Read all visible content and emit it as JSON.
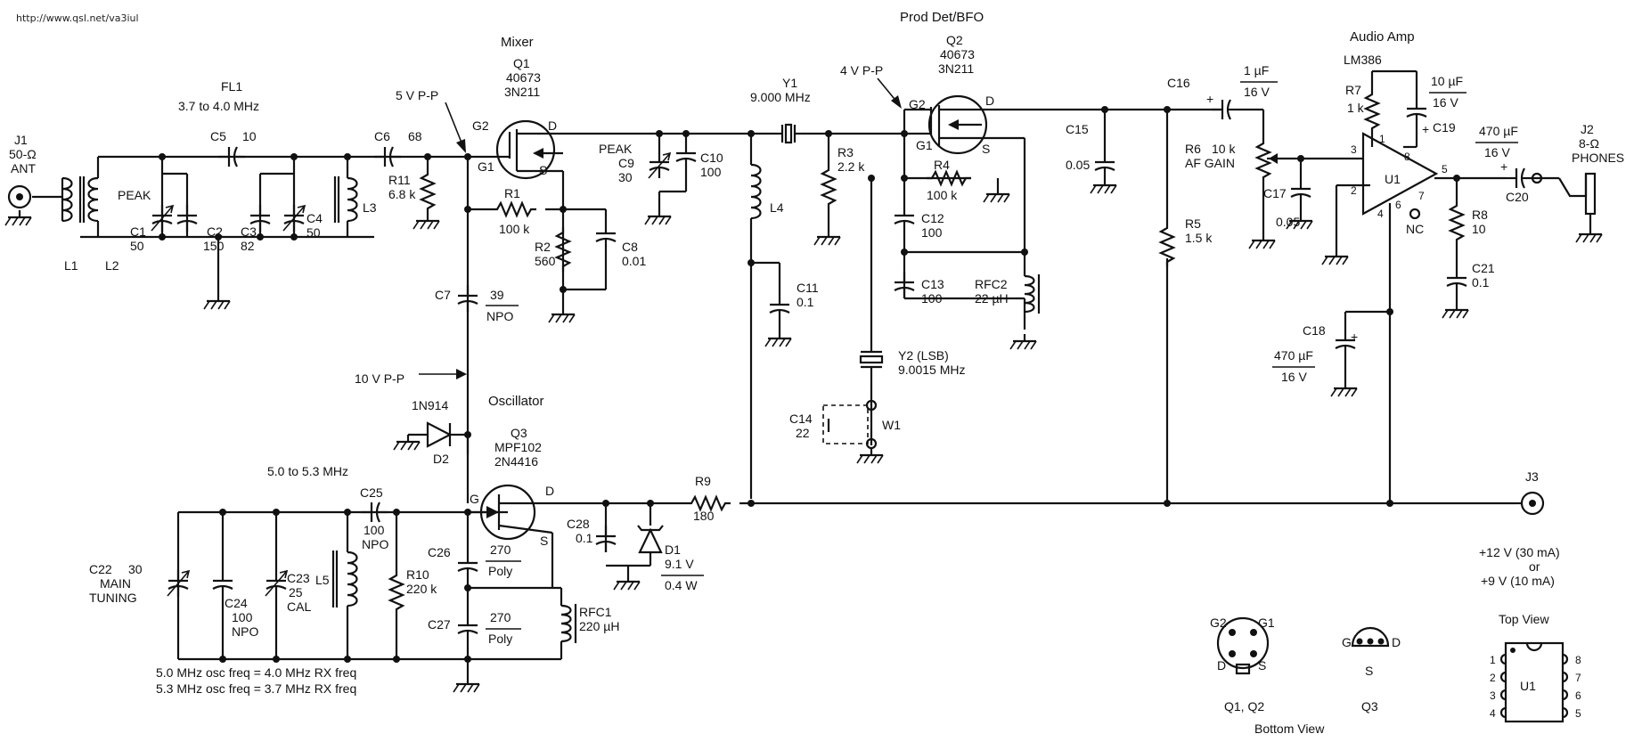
{
  "header": {
    "url": "http://www.qsl.net/va3iul"
  },
  "sections": {
    "mixer": "Mixer",
    "prod_det": "Prod Det/BFO",
    "audio_amp": "Audio Amp",
    "oscillator": "Oscillator"
  },
  "antenna": {
    "ref": "J1",
    "imp": "50-Ω",
    "name": "ANT"
  },
  "filter": {
    "ref": "FL1",
    "range": "3.7 to 4.0 MHz",
    "peak": "PEAK"
  },
  "components": {
    "L1": "L1",
    "L2": "L2",
    "L3": "L3",
    "L4": "L4",
    "L5": "L5",
    "C1": "C1",
    "C1v": "50",
    "C2": "C2",
    "C2v": "150",
    "C3": "C3",
    "C3v": "82",
    "C4": "C4",
    "C4v": "50",
    "C5": "C5",
    "C5v": "10",
    "C6": "C6",
    "C6v": "68",
    "R11": "R11",
    "R11v": "6.8 k",
    "Q1": "Q1",
    "Q1a": "40673",
    "Q1b": "3N211",
    "R1": "R1",
    "R1v": "100 k",
    "R2": "R2",
    "R2v": "560",
    "C8": "C8",
    "C8v": "0.01",
    "C7": "C7",
    "C7v": "39",
    "C7t": "NPO",
    "C9": "C9",
    "C9v": "30",
    "C9p": "PEAK",
    "C10": "C10",
    "C10v": "100",
    "C11": "C11",
    "C11v": "0.1",
    "Y1": "Y1",
    "Y1v": "9.000 MHz",
    "Q2": "Q2",
    "Q2a": "40673",
    "Q2b": "3N211",
    "R3": "R3",
    "R3v": "2.2 k",
    "R4": "R4",
    "R4v": "100 k",
    "C12": "C12",
    "C12v": "100",
    "C13": "C13",
    "C13v": "100",
    "RFC2": "RFC2",
    "RFC2v": "22 µH",
    "Y2": "Y2 (LSB)",
    "Y2v": "9.0015 MHz",
    "C14": "C14",
    "C14v": "22",
    "W1": "W1",
    "C15": "C15",
    "C15v": "0.05",
    "C16": "C16",
    "C16v": "1 µF",
    "C16w": "16 V",
    "R5": "R5",
    "R5v": "1.5 k",
    "R6": "R6",
    "R6v": "10 k",
    "R6f": "AF GAIN",
    "C17": "C17",
    "C17v": "0.05",
    "R7": "R7",
    "R7v": "1 k",
    "C19": "C19",
    "C19v": "10 µF",
    "C19w": "16 V",
    "U1": "U1",
    "U1part": "LM386",
    "NC": "NC",
    "C20": "C20",
    "C20v": "470 µF",
    "C20w": "16 V",
    "R8": "R8",
    "R8v": "10",
    "C21": "C21",
    "C21v": "0.1",
    "C18": "C18",
    "C18v": "470 µF",
    "C18w": "16 V",
    "J2": "J2",
    "J2v": "8-Ω",
    "J2n": "PHONES",
    "J3": "J3",
    "J3a": "+12 V (30 mA)",
    "J3b": "or",
    "J3c": "+9 V (10 mA)",
    "D2": "D2",
    "D2p": "1N914",
    "Q3": "Q3",
    "Q3a": "MPF102",
    "Q3b": "2N4416",
    "C22": "C22",
    "C22v": "30",
    "C22a": "MAIN",
    "C22b": "TUNING",
    "C24": "C24",
    "C24v": "100",
    "C24t": "NPO",
    "C23": "C23",
    "C23v": "25",
    "C23t": "CAL",
    "C25": "C25",
    "C25v": "100",
    "C25t": "NPO",
    "R10": "R10",
    "R10v": "220 k",
    "C26": "C26",
    "C26v": "270",
    "C26t": "Poly",
    "C27": "C27",
    "C27v": "270",
    "C27t": "Poly",
    "RFC1": "RFC1",
    "RFC1v": "220 µH",
    "C28": "C28",
    "C28v": "0.1",
    "D1": "D1",
    "D1v": "9.1 V",
    "D1w": "0.4 W",
    "R9": "R9",
    "R9v": "180"
  },
  "signals": {
    "s1": "5 V P-P",
    "s2": "4 V P-P",
    "s3": "10 V P-P",
    "osc_range": "5.0 to 5.3 MHz"
  },
  "notes": {
    "n1": "5.0 MHz osc freq = 4.0 MHz RX freq",
    "n2": "5.3 MHz osc freq = 3.7 MHz RX freq"
  },
  "pinouts": {
    "q12_label": "Q1, Q2",
    "q3_label": "Q3",
    "bottom_view": "Bottom View",
    "top_view": "Top View",
    "G2": "G2",
    "G1": "G1",
    "D": "D",
    "S": "S",
    "G": "G",
    "p1": "1",
    "p2": "2",
    "p3": "3",
    "p4": "4",
    "p5": "5",
    "p6": "6",
    "p7": "7",
    "p8": "8"
  }
}
